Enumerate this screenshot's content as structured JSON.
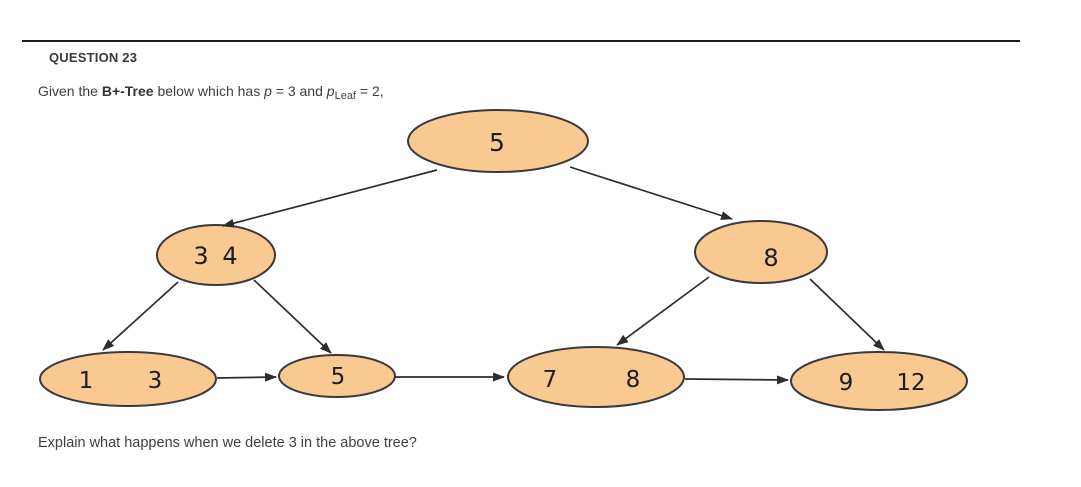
{
  "question": {
    "header": "QUESTION 23",
    "intro": {
      "prefix": "Given the ",
      "tree_name": "B+-Tree",
      "middle": " below which has ",
      "p_symbol": "p",
      "p_value": " = 3 and ",
      "p_leaf_symbol": "p",
      "p_leaf_sub": "Leaf",
      "p_leaf_value": " = 2,"
    },
    "prompt": "Explain what happens when we delete 3 in the above tree?"
  },
  "diagram": {
    "type": "b-plus-tree",
    "node_fill": "#F9C992",
    "node_stroke": "#3A3A3C",
    "edge_color": "#2D2D2F",
    "nodes": [
      {
        "id": "root",
        "level": "root",
        "keys": [
          "5"
        ]
      },
      {
        "id": "internal-34",
        "level": "internal",
        "keys": [
          "3",
          "4"
        ]
      },
      {
        "id": "internal-8",
        "level": "internal",
        "keys": [
          "8"
        ]
      },
      {
        "id": "leaf-1-3",
        "level": "leaf",
        "keys": [
          "1",
          "3"
        ]
      },
      {
        "id": "leaf-5",
        "level": "leaf",
        "keys": [
          "5"
        ]
      },
      {
        "id": "leaf-7-8",
        "level": "leaf",
        "keys": [
          "7",
          "8"
        ]
      },
      {
        "id": "leaf-9-12",
        "level": "leaf",
        "keys": [
          "9",
          "12"
        ]
      }
    ],
    "edges": [
      {
        "from": "root",
        "to": "internal-34",
        "kind": "child-pointer"
      },
      {
        "from": "root",
        "to": "internal-8",
        "kind": "child-pointer"
      },
      {
        "from": "internal-34",
        "to": "leaf-1-3",
        "kind": "child-pointer"
      },
      {
        "from": "internal-34",
        "to": "leaf-5",
        "kind": "child-pointer"
      },
      {
        "from": "internal-8",
        "to": "leaf-7-8",
        "kind": "child-pointer"
      },
      {
        "from": "internal-8",
        "to": "leaf-9-12",
        "kind": "child-pointer"
      },
      {
        "from": "leaf-1-3",
        "to": "leaf-5",
        "kind": "leaf-link"
      },
      {
        "from": "leaf-5",
        "to": "leaf-7-8",
        "kind": "leaf-link"
      },
      {
        "from": "leaf-7-8",
        "to": "leaf-9-12",
        "kind": "leaf-link"
      }
    ]
  }
}
